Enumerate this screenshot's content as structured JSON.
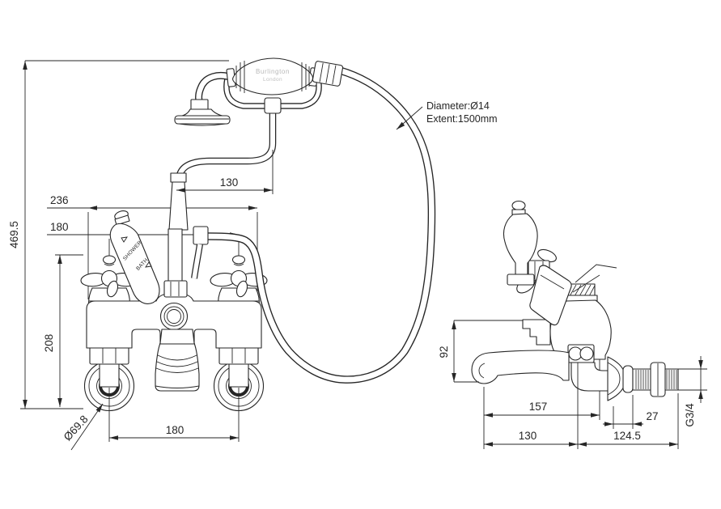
{
  "drawing": {
    "handset": {
      "brand_line1": "Burlington",
      "brand_line2": "London"
    },
    "diverter": {
      "label_line1": "SHOWER",
      "label_line2": "BATH"
    },
    "hose_note": {
      "line1": "Diameter:Ø14",
      "line2": "Extent:1500mm"
    },
    "front_dims": {
      "overall_height": "469.5",
      "handle_height": "208",
      "body_width": "236",
      "valve_centres": "180",
      "hose_offset": "130",
      "flange_diameter": "Ø69.8",
      "inlet_centres": "180"
    },
    "side_dims": {
      "spout_drop": "92",
      "reach_to_wall": "157",
      "flange_depth": "27",
      "spout_reach": "130",
      "tail_length": "124.5",
      "thread": "G3/4"
    },
    "colors": {
      "line": "#262626",
      "background": "#ffffff",
      "brand_text": "#b8b8b8"
    }
  }
}
